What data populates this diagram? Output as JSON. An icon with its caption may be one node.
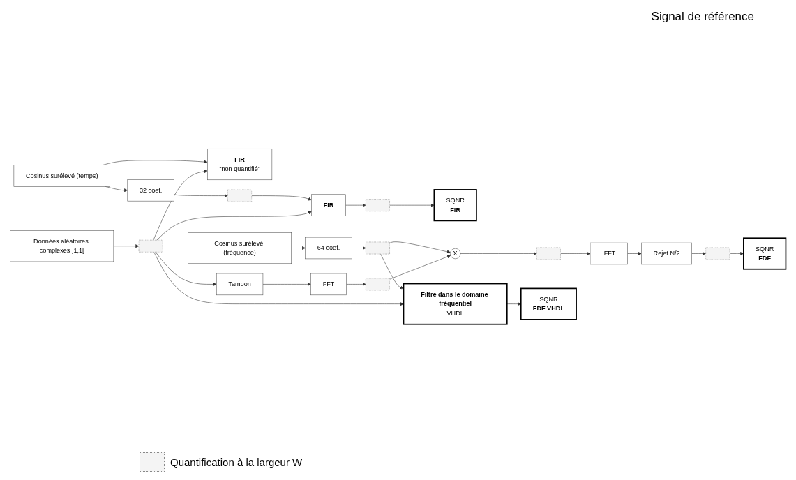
{
  "diagram": {
    "nodes": [
      {
        "text": [
          "Données aléatoires complexes ]1,1["
        ]
      },
      {
        "text": [
          "FIR",
          "“non quantifié”"
        ]
      },
      {
        "text": [
          "Cosinus surélevé (temps)"
        ]
      },
      {
        "text": [
          "32 coef."
        ]
      },
      {
        "text": [],
        "shape": "box"
      },
      {
        "text": [],
        "shape": "box"
      },
      {
        "text": [
          "FIR"
        ]
      },
      {
        "text": [],
        "shape": "box"
      },
      {
        "text": [
          "SQNR",
          "FIR"
        ]
      },
      {
        "text": [
          "Tampon"
        ]
      },
      {
        "text": [
          "FFT"
        ]
      },
      {
        "text": [],
        "shape": "box"
      },
      {
        "text": [
          "X"
        ]
      },
      {
        "text": [],
        "shape": "box"
      },
      {
        "text": [
          "IFFT"
        ]
      },
      {
        "text": [
          "Rejet N/2"
        ]
      },
      {
        "text": [],
        "shape": "box"
      },
      {
        "text": [
          "SQNR",
          "FDF"
        ]
      },
      {
        "text": [
          "Cosinus surélevé (fréquence)"
        ]
      },
      {
        "text": [
          "64 coef."
        ]
      },
      {
        "text": [],
        "shape": "box"
      },
      {
        "text": [
          "Filtre dans le domaine fréquentiel",
          "VHDL"
        ]
      },
      {
        "text": [
          "SQNR",
          "FDF VHDL"
        ]
      }
    ],
    "edges": [
      {
        "from": 0,
        "to": 5,
        "arrow": "to"
      },
      {
        "from": 5,
        "to": 1,
        "arrow": "to"
      },
      {
        "from": 5,
        "to": 6,
        "arrow": "to"
      },
      {
        "from": 5,
        "to": 9,
        "arrow": "to"
      },
      {
        "from": 5,
        "to": 21,
        "arrow": "to"
      },
      {
        "from": 2,
        "to": 1,
        "arrow": "to"
      },
      {
        "from": 2,
        "to": 3,
        "arrow": "to"
      },
      {
        "from": 3,
        "to": 4,
        "arrow": "to"
      },
      {
        "from": 4,
        "to": 6,
        "arrow": "to"
      },
      {
        "from": 6,
        "to": 7,
        "arrow": "to"
      },
      {
        "from": 7,
        "to": 8,
        "arrow": "to"
      },
      {
        "from": 9,
        "to": 10,
        "arrow": "to"
      },
      {
        "from": 10,
        "to": 11,
        "arrow": "to"
      },
      {
        "from": 11,
        "to": 12,
        "arrow": "to"
      },
      {
        "from": 12,
        "to": 13,
        "arrow": "to"
      },
      {
        "from": 13,
        "to": 14,
        "arrow": "to"
      },
      {
        "from": 14,
        "to": 15,
        "arrow": "to"
      },
      {
        "from": 15,
        "to": 16,
        "arrow": "to"
      },
      {
        "from": 16,
        "to": 17,
        "arrow": "to"
      },
      {
        "from": 18,
        "to": 19,
        "arrow": "to"
      },
      {
        "from": 19,
        "to": 20,
        "arrow": "to"
      },
      {
        "from": 20,
        "to": 12,
        "arrow": "to"
      },
      {
        "from": 20,
        "to": 21,
        "arrow": "to"
      },
      {
        "from": 21,
        "to": 22,
        "arrow": "to"
      }
    ],
    "labels": [
      "Signal de référence"
    ],
    "legend": [
      {
        "text": "Quantification à la largeur W"
      }
    ]
  }
}
